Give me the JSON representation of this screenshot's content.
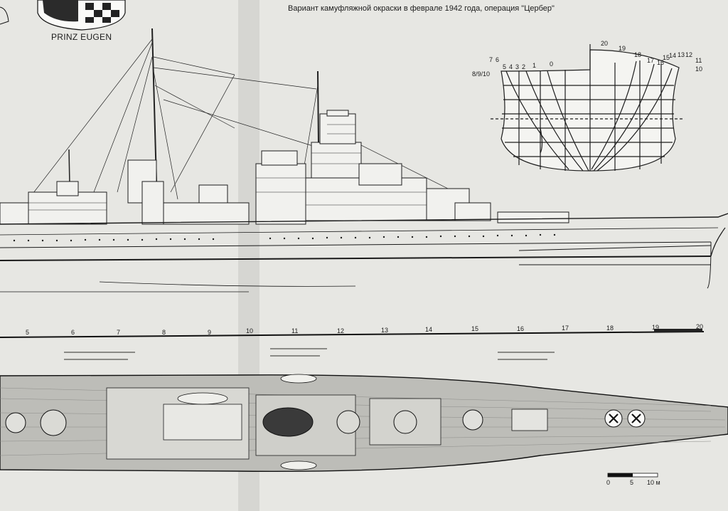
{
  "caption": "Вариант  камуфляжной окраски в феврале 1942 года, операция \"Цербер\"",
  "ship_name": "PRINZ EUGEN",
  "section_numbers": [
    "7",
    "6",
    "5",
    "4",
    "3",
    "2",
    "1",
    "0",
    "8/9/10",
    "20",
    "19",
    "18",
    "17",
    "16",
    "15",
    "14",
    "13",
    "12",
    "11",
    "10"
  ],
  "length_ruler": [
    "5",
    "6",
    "7",
    "8",
    "9",
    "10",
    "11",
    "12",
    "13",
    "14",
    "15",
    "16",
    "17",
    "18",
    "19",
    "20"
  ],
  "scale_bar": {
    "zero": "0",
    "mid": "5",
    "end": "10 м"
  }
}
